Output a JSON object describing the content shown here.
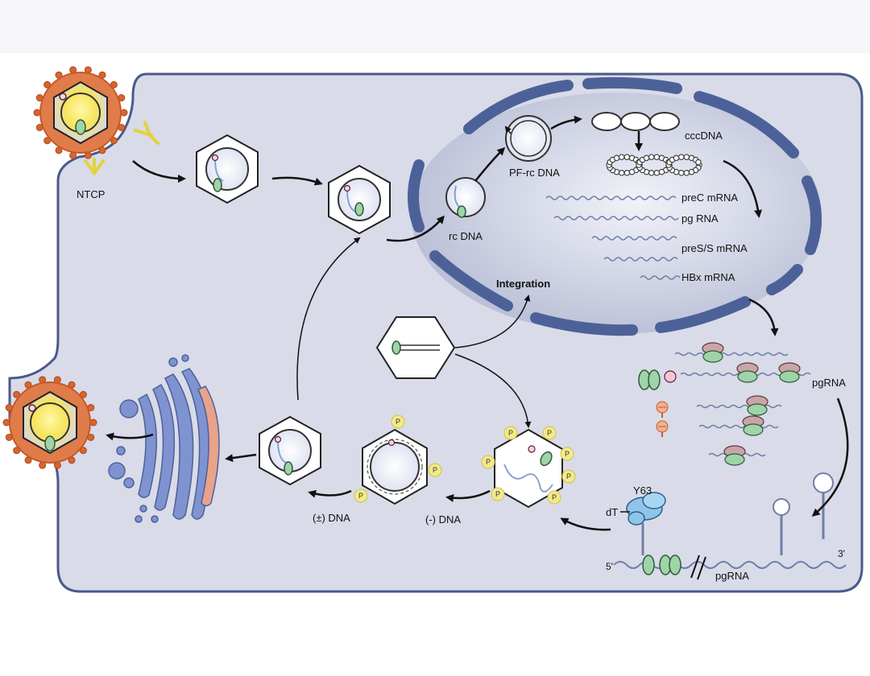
{
  "labels": {
    "ntcp": "NTCP",
    "rc_dna": "rc DNA",
    "pf_rc_dna": "PF-rc DNA",
    "cccdna": "cccDNA",
    "integration": "Integration",
    "prec_mrna": "preC mRNA",
    "pg_rna": "pg RNA",
    "pres_mrna": "preS/S mRNA",
    "hbx_mrna": "HBx mRNA",
    "pgrna_right": "pgRNA",
    "y63": "Y63",
    "dt": "dT",
    "five_prime": "5'",
    "three_prime": "3'",
    "pgrna_bottom": "pgRNA",
    "minus_dna": "(-) DNA",
    "pm_dna": "(±) DNA",
    "p": "P"
  },
  "colors": {
    "cell_fill": "#d9dbe8",
    "cell_border": "#4a5a8c",
    "nucleus_fill": "#c5c9dc",
    "nuclear_envelope": "#4d6199",
    "virion_shell": "#e07b4a",
    "virion_spike": "#d8652c",
    "ntcp_receptor": "#e3d23a",
    "ribosome": "#caa5a8",
    "protein_green": "#9fd3a8",
    "golgi": "#6e86c9",
    "vesicle": "#7e93d0",
    "phosphate": "#f2ea8a",
    "arrow": "#111111"
  }
}
